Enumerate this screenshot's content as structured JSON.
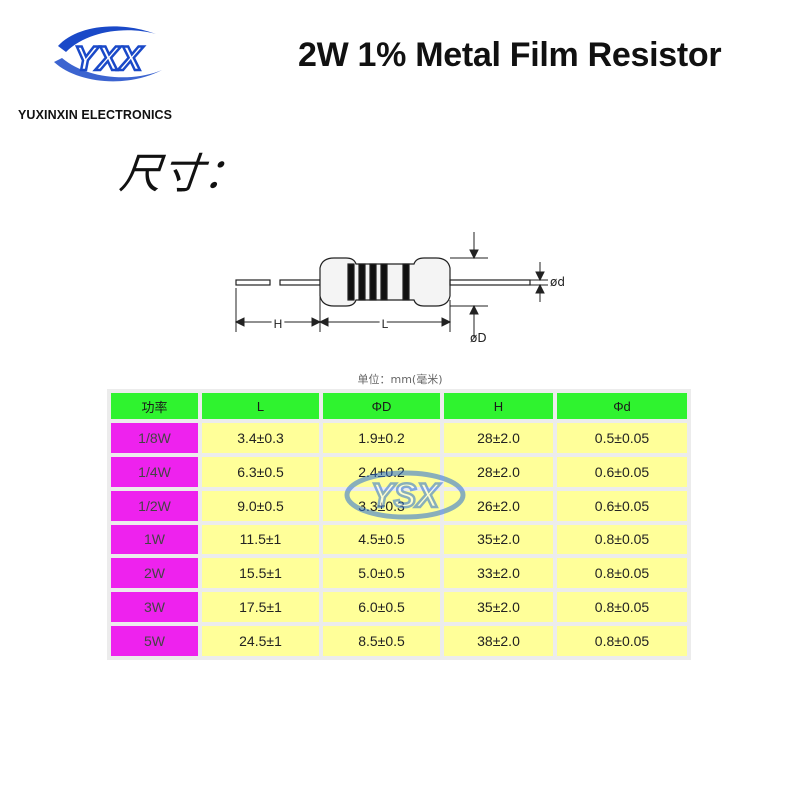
{
  "header": {
    "logo_text": "YXX",
    "brand": "YUXINXIN ELECTRONICS",
    "title": "2W 1% Metal Film Resistor",
    "dimensions_label": "尺寸："
  },
  "diagram": {
    "labels": {
      "h": "H",
      "l": "L",
      "small_d": "ød",
      "big_d": "øD"
    }
  },
  "table": {
    "unit": "单位：mm(毫米)",
    "headers": [
      "功率",
      "L",
      "ΦD",
      "H",
      "Φd"
    ],
    "rows": [
      [
        "1/8W",
        "3.4±0.3",
        "1.9±0.2",
        "28±2.0",
        "0.5±0.05"
      ],
      [
        "1/4W",
        "6.3±0.5",
        "2.4±0.2",
        "28±2.0",
        "0.6±0.05"
      ],
      [
        "1/2W",
        "9.0±0.5",
        "3.3±0.3",
        "26±2.0",
        "0.6±0.05"
      ],
      [
        "1W",
        "11.5±1",
        "4.5±0.5",
        "35±2.0",
        "0.8±0.05"
      ],
      [
        "2W",
        "15.5±1",
        "5.0±0.5",
        "33±2.0",
        "0.8±0.05"
      ],
      [
        "3W",
        "17.5±1",
        "6.0±0.5",
        "35±2.0",
        "0.8±0.05"
      ],
      [
        "5W",
        "24.5±1",
        "8.5±0.5",
        "38±2.0",
        "0.8±0.05"
      ]
    ]
  },
  "watermark": {
    "text": "YSX"
  },
  "colors": {
    "header_green": "#2ff32f",
    "power_magenta": "#ee22ee",
    "cell_yellow": "#ffff99",
    "logo_blue": "#1a49c8"
  }
}
